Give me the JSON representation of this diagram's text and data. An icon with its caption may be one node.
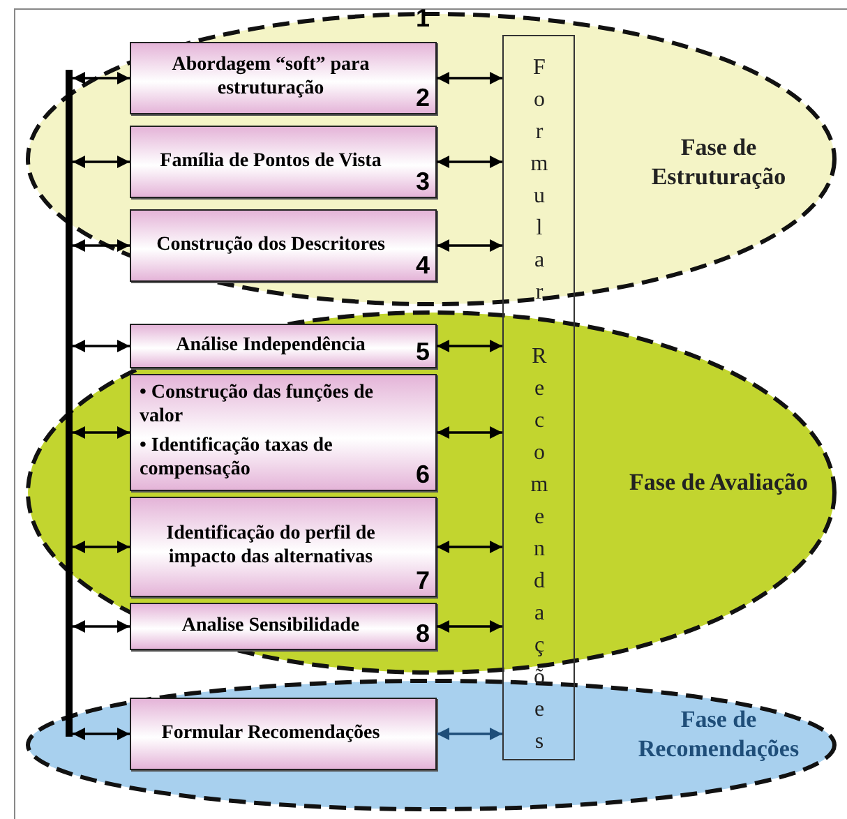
{
  "diagram": {
    "nodes": [
      {
        "text": [
          "Fase de Estruturação"
        ]
      },
      {
        "text": [
          "Fase de Avaliação"
        ]
      },
      {
        "text": [
          "Fase de Recomendações"
        ]
      },
      {
        "text": [
          "Abordagem “soft” para estruturação",
          "2"
        ],
        "in": 0
      },
      {
        "text": [
          "Família de Pontos de Vista",
          "3"
        ],
        "in": 0
      },
      {
        "text": [
          "Construção dos Descritores",
          "4"
        ],
        "in": 0
      },
      {
        "text": [
          "Análise Independência",
          "5"
        ],
        "in": 1
      },
      {
        "text": [
          "• Construção das funções de valor",
          "• Identificação taxas de compensação",
          "6"
        ],
        "in": 1
      },
      {
        "text": [
          "Identificação do perfil de impacto das alternativas",
          "7"
        ],
        "in": 1
      },
      {
        "text": [
          "Analise Sensibilidade",
          "8"
        ],
        "in": 1
      },
      {
        "text": [
          "Formular Recomendações"
        ],
        "in": 2
      },
      {
        "text": [
          "Formular Recomendações"
        ]
      },
      {
        "text": [],
        "shape": "bar"
      }
    ],
    "edges": [
      {
        "from": 12,
        "to": 3,
        "arrow": "both"
      },
      {
        "from": 12,
        "to": 4,
        "arrow": "both"
      },
      {
        "from": 12,
        "to": 5,
        "arrow": "both"
      },
      {
        "from": 12,
        "to": 6,
        "arrow": "both"
      },
      {
        "from": 12,
        "to": 7,
        "arrow": "both"
      },
      {
        "from": 12,
        "to": 8,
        "arrow": "both"
      },
      {
        "from": 12,
        "to": 9,
        "arrow": "both"
      },
      {
        "from": 12,
        "to": 10,
        "arrow": "both"
      },
      {
        "from": 3,
        "to": 11,
        "arrow": "both"
      },
      {
        "from": 4,
        "to": 11,
        "arrow": "both"
      },
      {
        "from": 5,
        "to": 11,
        "arrow": "both"
      },
      {
        "from": 6,
        "to": 11,
        "arrow": "both"
      },
      {
        "from": 7,
        "to": 11,
        "arrow": "both"
      },
      {
        "from": 8,
        "to": 11,
        "arrow": "both"
      },
      {
        "from": 9,
        "to": 11,
        "arrow": "both"
      },
      {
        "from": 10,
        "to": 11,
        "arrow": "both",
        "color": "#1f4e79"
      }
    ],
    "labels": [
      "1"
    ]
  }
}
